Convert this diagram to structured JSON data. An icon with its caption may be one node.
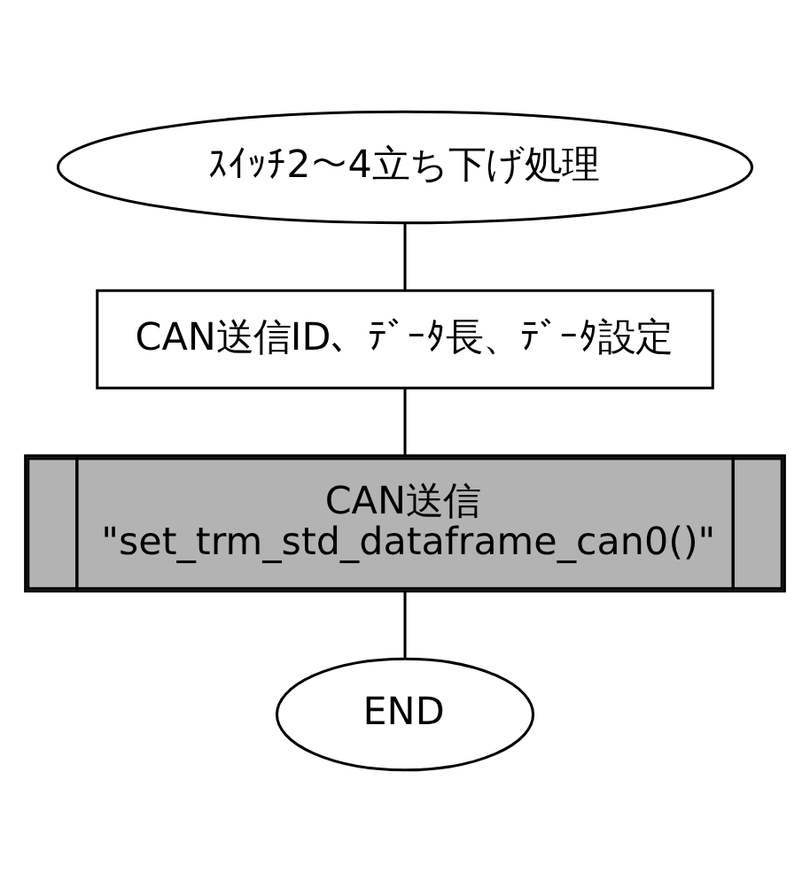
{
  "diagram": {
    "nodes": [
      {
        "text": [
          "ｽｲｯﾁ2～4立ち下げ処理"
        ]
      },
      {
        "text": [
          "CAN送信ID、ﾃﾞｰﾀ長、ﾃﾞｰﾀ設定"
        ]
      },
      {
        "text": [
          "CAN送信",
          "\"set_trm_std_dataframe_can0()\""
        ]
      },
      {
        "text": [
          "END"
        ]
      }
    ],
    "edges": [
      {
        "from": 0,
        "to": 1,
        "arrow": "none"
      },
      {
        "from": 1,
        "to": 2,
        "arrow": "none"
      },
      {
        "from": 2,
        "to": 3,
        "arrow": "none"
      }
    ]
  }
}
